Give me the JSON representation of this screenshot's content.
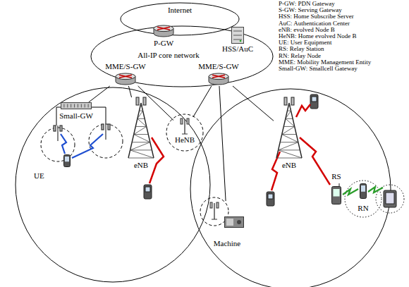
{
  "diagram": {
    "nodes": [
      {
        "text": [
          "Internet"
        ]
      },
      {
        "text": [
          "All-IP core network"
        ]
      },
      {
        "text": [
          "P-GW"
        ],
        "in": 1
      },
      {
        "text": [
          "HSS/AuC"
        ],
        "in": 1
      },
      {
        "text": [
          "MME/S-GW"
        ]
      },
      {
        "text": [
          "MME/S-GW"
        ]
      },
      {
        "text": [
          "Small-GW"
        ]
      },
      {
        "text": [
          "UE"
        ]
      },
      {
        "text": [
          "eNB"
        ]
      },
      {
        "text": [
          "HeNB"
        ]
      },
      {
        "text": [
          "Machine"
        ]
      },
      {
        "text": [
          "eNB"
        ]
      },
      {
        "text": [
          "RS"
        ]
      },
      {
        "text": [
          "RN"
        ]
      }
    ],
    "edges": [
      {
        "from": 4,
        "to": 6,
        "arrow": "none"
      },
      {
        "from": 4,
        "to": 8,
        "arrow": "none"
      },
      {
        "from": 4,
        "to": 9,
        "arrow": "none"
      },
      {
        "from": 5,
        "to": 9,
        "arrow": "none"
      },
      {
        "from": 5,
        "to": 11,
        "arrow": "none"
      },
      {
        "from": 5,
        "to": 10,
        "arrow": "none"
      }
    ],
    "labels": [
      "P-GW: PDN Gateway",
      "S-GW: Serving Gateway",
      "HSS: Home Subscribe Server",
      "AuC: Authentication Center",
      "eNB: evolved Node B",
      "HeNB: Home evolved Node B",
      "UE: User Equipment",
      "RS: Relay Station",
      "RN: Relay Node",
      "MME: Mobility Management Entity",
      "Small-GW: Smallcell Gateway"
    ]
  }
}
